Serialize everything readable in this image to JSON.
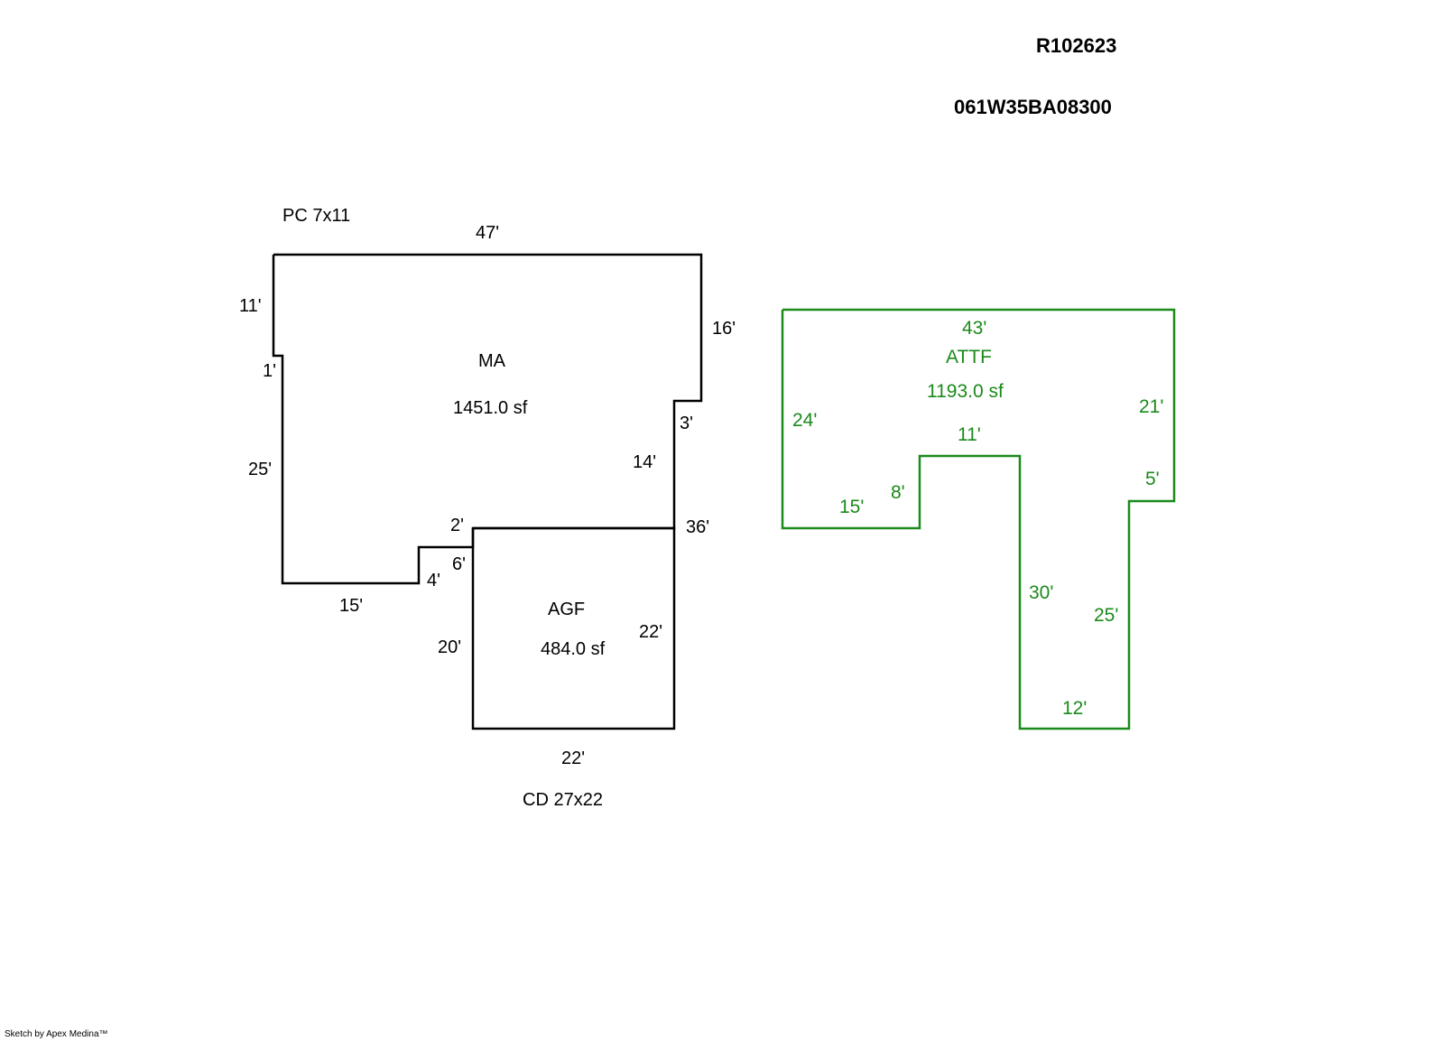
{
  "header": {
    "account_id": "R102623",
    "map_tax_lot": "061W35BA08300"
  },
  "colors": {
    "main_line": "#000000",
    "upper_floor_line": "#1b8a1b"
  },
  "areas": {
    "main": {
      "code": "MA",
      "area": "1451.0 sf"
    },
    "garage": {
      "code": "AGF",
      "area": "484.0 sf"
    },
    "upper": {
      "code": "ATTF",
      "area": "1193.0 sf"
    }
  },
  "annotations": {
    "porch": "PC  7x11",
    "deck": "CD  27x22"
  },
  "main_dims": {
    "top": "47'",
    "right_top": "16'",
    "left_top": "11'",
    "left_jog": "1'",
    "right_jog": "3'",
    "left_long": "25'",
    "right_mid": "14'",
    "step_top": "2'",
    "step_right": "6'",
    "step_left": "4'",
    "bottom": "15'",
    "garage_top": "36'"
  },
  "garage_dims": {
    "left": "20'",
    "right": "22'",
    "bottom": "22'"
  },
  "upper_dims": {
    "top": "43'",
    "left": "24'",
    "right": "21'",
    "notch_top": "11'",
    "notch_left": "8'",
    "bottom_left": "15'",
    "right_jog": "5'",
    "leg_inner": "30'",
    "leg_outer": "25'",
    "leg_bottom": "12'"
  },
  "footer": {
    "credit": "Sketch by Apex Medina™"
  }
}
